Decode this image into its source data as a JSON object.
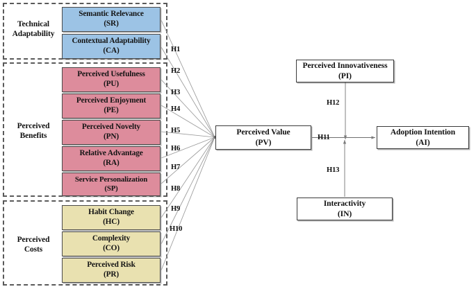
{
  "figure": {
    "type": "research-model-diagram",
    "title": "Conceptual research model",
    "colors": {
      "technical_adaptability_fill": "#9CC3E5",
      "perceived_benefits_fill": "#DD8C9C",
      "perceived_costs_fill": "#E9E1B0",
      "node_fill": "#FFFFFF",
      "box_border": "#4A4A4A",
      "group_border": "#595959",
      "connector": "#9A9A9A"
    }
  },
  "groups": [
    {
      "id": "technical-adaptability",
      "label_line1": "Technical",
      "label_line2": "Adaptability",
      "fill": "#9CC3E5",
      "constructs": [
        {
          "name": "Semantic Relevance",
          "abbr": "(SR)",
          "hypothesis": "H1"
        },
        {
          "name": "Contextual Adaptability",
          "abbr": "(CA)",
          "hypothesis": "H2"
        }
      ]
    },
    {
      "id": "perceived-benefits",
      "label_line1": "Perceived",
      "label_line2": "Benefits",
      "fill": "#DD8C9C",
      "constructs": [
        {
          "name": "Perceived Usefulness",
          "abbr": "(PU)",
          "hypothesis": "H3"
        },
        {
          "name": "Perceived Enjoyment",
          "abbr": "(PE)",
          "hypothesis": "H4"
        },
        {
          "name": "Perceived Novelty",
          "abbr": "(PN)",
          "hypothesis": "H5"
        },
        {
          "name": "Relative Advantage",
          "abbr": "(RA)",
          "hypothesis": "H6"
        },
        {
          "name": "Service Personalization",
          "abbr": "(SP)",
          "hypothesis": "H7"
        }
      ]
    },
    {
      "id": "perceived-costs",
      "label_line1": "Perceived",
      "label_line2": "Costs",
      "fill": "#E9E1B0",
      "constructs": [
        {
          "name": "Habit Change",
          "abbr": "(HC)",
          "hypothesis": "H8"
        },
        {
          "name": "Complexity",
          "abbr": "(CO)",
          "hypothesis": "H9"
        },
        {
          "name": "Perceived Risk",
          "abbr": "(PR)",
          "hypothesis": "H10"
        }
      ]
    }
  ],
  "hypothesis_labels": [
    {
      "id": "H1",
      "text": "H1"
    },
    {
      "id": "H2",
      "text": "H2"
    },
    {
      "id": "H3",
      "text": "H3"
    },
    {
      "id": "H4",
      "text": "H4"
    },
    {
      "id": "H5",
      "text": "H5"
    },
    {
      "id": "H6",
      "text": "H6"
    },
    {
      "id": "H7",
      "text": "H7"
    },
    {
      "id": "H8",
      "text": "H8"
    },
    {
      "id": "H9",
      "text": "H9"
    },
    {
      "id": "H10",
      "text": "H10"
    },
    {
      "id": "H11",
      "text": "H11"
    },
    {
      "id": "H12",
      "text": "H12"
    },
    {
      "id": "H13",
      "text": "H13"
    }
  ],
  "nodes": [
    {
      "id": "PV",
      "name": "Perceived Value",
      "abbr": "(PV)"
    },
    {
      "id": "AI",
      "name": "Adoption Intention",
      "abbr": "(AI)"
    },
    {
      "id": "PI",
      "name": "Perceived Innovativeness",
      "abbr": "(PI)"
    },
    {
      "id": "IN",
      "name": "Interactivity",
      "abbr": "(IN)"
    }
  ],
  "relations": [
    {
      "from": "SR",
      "to": "PV",
      "label": "H1"
    },
    {
      "from": "CA",
      "to": "PV",
      "label": "H2"
    },
    {
      "from": "PU",
      "to": "PV",
      "label": "H3"
    },
    {
      "from": "PE",
      "to": "PV",
      "label": "H4"
    },
    {
      "from": "PN",
      "to": "PV",
      "label": "H5"
    },
    {
      "from": "RA",
      "to": "PV",
      "label": "H6"
    },
    {
      "from": "SP",
      "to": "PV",
      "label": "H7"
    },
    {
      "from": "HC",
      "to": "PV",
      "label": "H8"
    },
    {
      "from": "CO",
      "to": "PV",
      "label": "H9"
    },
    {
      "from": "PR",
      "to": "PV",
      "label": "H10"
    },
    {
      "from": "PV",
      "to": "AI",
      "label": "H11"
    },
    {
      "from": "PI",
      "to": "PV-AI",
      "label": "H12",
      "kind": "moderation"
    },
    {
      "from": "IN",
      "to": "PV-AI",
      "label": "H13",
      "kind": "moderation"
    }
  ]
}
